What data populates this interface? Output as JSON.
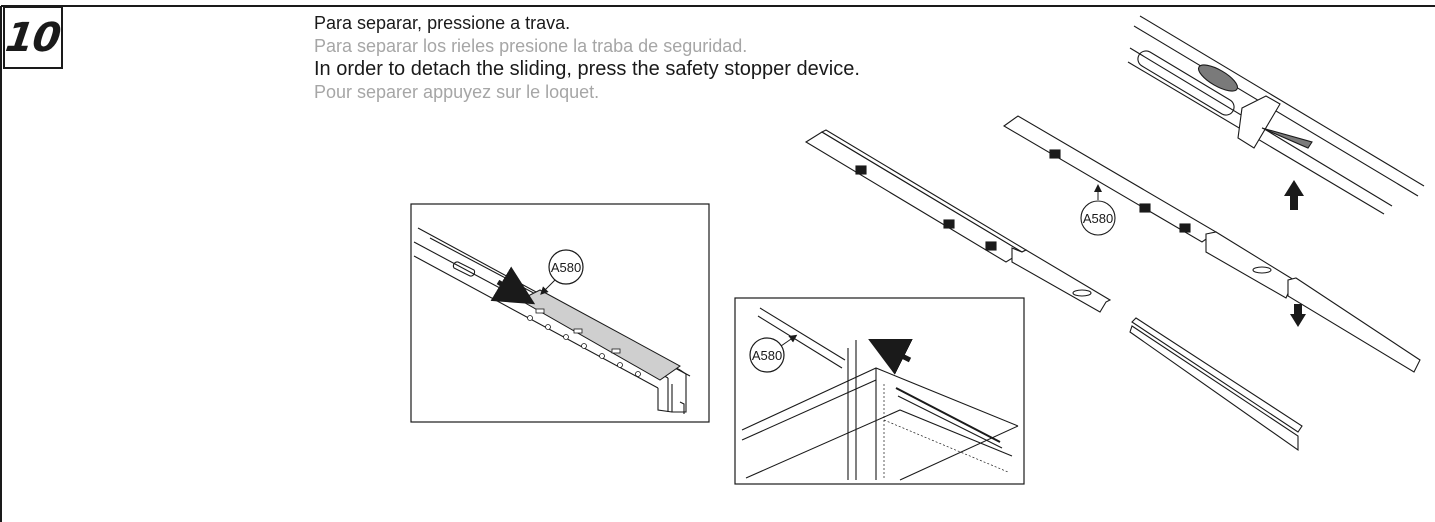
{
  "step": {
    "number": "10"
  },
  "instructions": {
    "pt": "Para separar, pressione a trava.",
    "es": "Para separar los rieles presione la traba de seguridad.",
    "en": "In order to detach the sliding, press the safety stopper device.",
    "fr": "Pour separer appuyez sur le loquet."
  },
  "labels": {
    "part_code": "A580"
  },
  "colors": {
    "line": "#1a1a1a",
    "muted_text": "#a6a6a6",
    "shade": "#cfcfcf"
  }
}
